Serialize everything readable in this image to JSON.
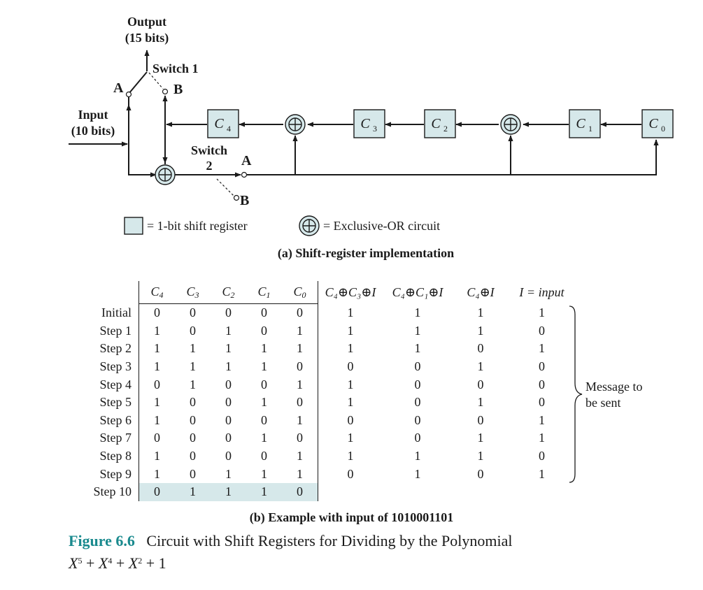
{
  "diagram": {
    "output_label": "Output",
    "output_bits": "(15 bits)",
    "input_label": "Input",
    "input_bits": "(10 bits)",
    "switch1_label": "Switch 1",
    "switch2_label": "Switch",
    "switch2_num": "2",
    "pos_a": "A",
    "pos_b": "B",
    "registers": [
      "C",
      "C",
      "C",
      "C",
      "C"
    ],
    "register_subs": [
      "4",
      "3",
      "2",
      "1",
      "0"
    ],
    "legend_register": "= 1-bit shift register",
    "legend_xor": "= Exclusive-OR circuit",
    "caption_a": "(a) Shift-register implementation"
  },
  "table": {
    "reg_headers": [
      {
        "c": "C",
        "s": "4"
      },
      {
        "c": "C",
        "s": "3"
      },
      {
        "c": "C",
        "s": "2"
      },
      {
        "c": "C",
        "s": "1"
      },
      {
        "c": "C",
        "s": "0"
      }
    ],
    "xor_headers": [
      "C₄⊕C₃⊕I",
      "C₄⊕C₁⊕I",
      "C₄⊕I",
      "I = input"
    ],
    "rows": [
      {
        "label": "Initial",
        "regs": [
          "0",
          "0",
          "0",
          "0",
          "0"
        ],
        "xors": [
          "1",
          "1",
          "1",
          "1"
        ]
      },
      {
        "label": "Step 1",
        "regs": [
          "1",
          "0",
          "1",
          "0",
          "1"
        ],
        "xors": [
          "1",
          "1",
          "1",
          "0"
        ]
      },
      {
        "label": "Step 2",
        "regs": [
          "1",
          "1",
          "1",
          "1",
          "1"
        ],
        "xors": [
          "1",
          "1",
          "0",
          "1"
        ]
      },
      {
        "label": "Step 3",
        "regs": [
          "1",
          "1",
          "1",
          "1",
          "0"
        ],
        "xors": [
          "0",
          "0",
          "1",
          "0"
        ]
      },
      {
        "label": "Step 4",
        "regs": [
          "0",
          "1",
          "0",
          "0",
          "1"
        ],
        "xors": [
          "1",
          "0",
          "0",
          "0"
        ]
      },
      {
        "label": "Step 5",
        "regs": [
          "1",
          "0",
          "0",
          "1",
          "0"
        ],
        "xors": [
          "1",
          "0",
          "1",
          "0"
        ]
      },
      {
        "label": "Step 6",
        "regs": [
          "1",
          "0",
          "0",
          "0",
          "1"
        ],
        "xors": [
          "0",
          "0",
          "0",
          "1"
        ]
      },
      {
        "label": "Step 7",
        "regs": [
          "0",
          "0",
          "0",
          "1",
          "0"
        ],
        "xors": [
          "1",
          "0",
          "1",
          "1"
        ]
      },
      {
        "label": "Step 8",
        "regs": [
          "1",
          "0",
          "0",
          "0",
          "1"
        ],
        "xors": [
          "1",
          "1",
          "1",
          "0"
        ]
      },
      {
        "label": "Step 9",
        "regs": [
          "1",
          "0",
          "1",
          "1",
          "1"
        ],
        "xors": [
          "0",
          "1",
          "0",
          "1"
        ]
      },
      {
        "label": "Step 10",
        "regs": [
          "0",
          "1",
          "1",
          "1",
          "0"
        ],
        "xors": [
          "",
          "",
          "",
          ""
        ]
      }
    ],
    "note_line1": "Message to",
    "note_line2": "be sent",
    "caption_b": "(b) Example with input of 1010001101"
  },
  "figure": {
    "number": "Figure 6.6",
    "title": "Circuit with Shift Registers for Dividing by the Polynomial",
    "poly_x": "X",
    "poly_e1": "5",
    "poly_plus1": "+",
    "poly_e2": "4",
    "poly_plus2": "+",
    "poly_e3": "2",
    "poly_plus3": "+ 1"
  },
  "colors": {
    "register_fill": "#d6e8ea",
    "figure_number": "#1a8a8e"
  }
}
